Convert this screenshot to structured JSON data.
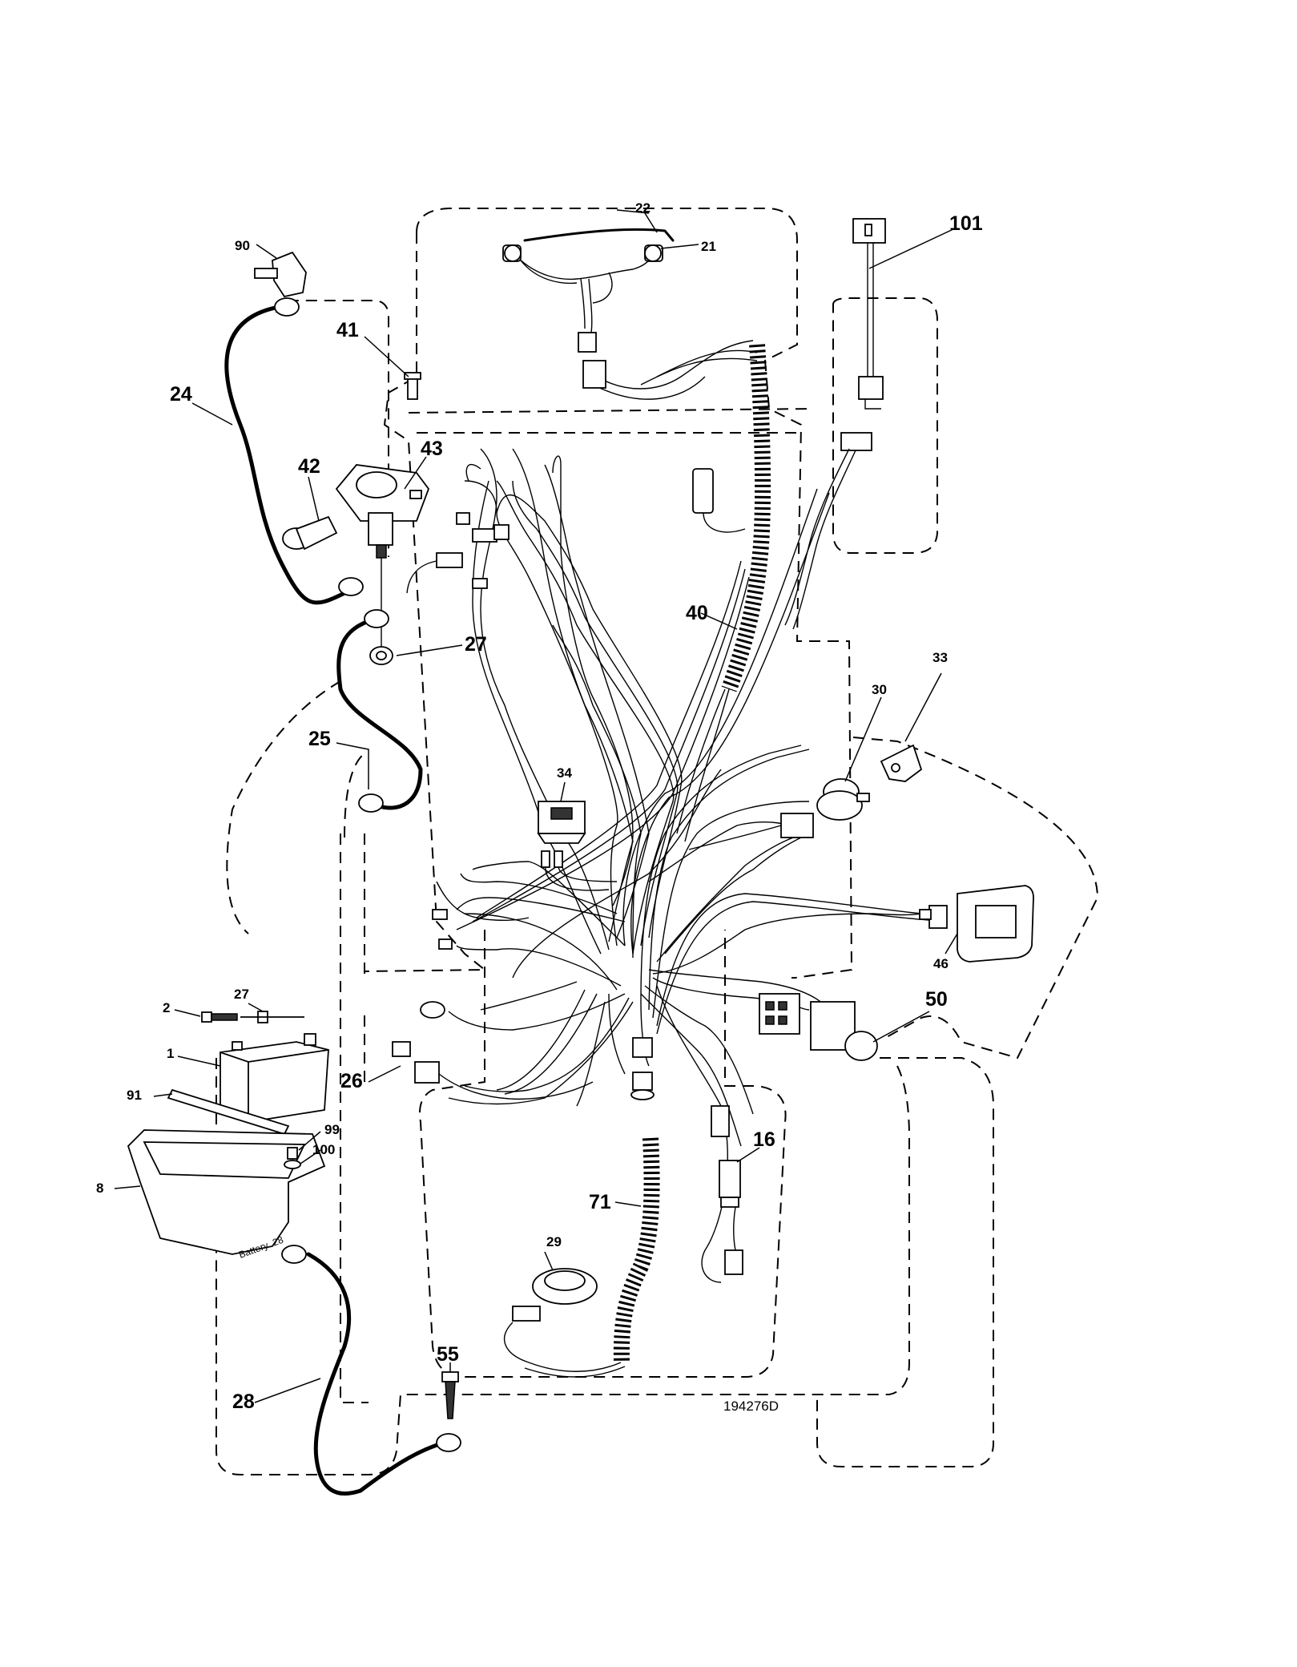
{
  "diagram": {
    "callouts": [
      {
        "id": "c90",
        "label": "90",
        "size": "small"
      },
      {
        "id": "c24",
        "label": "24",
        "size": "big"
      },
      {
        "id": "c41",
        "label": "41",
        "size": "big"
      },
      {
        "id": "c42",
        "label": "42",
        "size": "big"
      },
      {
        "id": "c43",
        "label": "43",
        "size": "big"
      },
      {
        "id": "c22",
        "label": "22",
        "size": "small"
      },
      {
        "id": "c21",
        "label": "21",
        "size": "small"
      },
      {
        "id": "c101",
        "label": "101",
        "size": "big"
      },
      {
        "id": "c40",
        "label": "40",
        "size": "big"
      },
      {
        "id": "c27a",
        "label": "27",
        "size": "big"
      },
      {
        "id": "c25",
        "label": "25",
        "size": "big"
      },
      {
        "id": "c33",
        "label": "33",
        "size": "small"
      },
      {
        "id": "c30",
        "label": "30",
        "size": "small"
      },
      {
        "id": "c34",
        "label": "34",
        "size": "small"
      },
      {
        "id": "c46",
        "label": "46",
        "size": "small"
      },
      {
        "id": "c50",
        "label": "50",
        "size": "big"
      },
      {
        "id": "c2",
        "label": "2",
        "size": "small"
      },
      {
        "id": "c27b",
        "label": "27",
        "size": "small"
      },
      {
        "id": "c1",
        "label": "1",
        "size": "small"
      },
      {
        "id": "c26",
        "label": "26",
        "size": "big"
      },
      {
        "id": "c91",
        "label": "91",
        "size": "small"
      },
      {
        "id": "c99",
        "label": "99",
        "size": "small"
      },
      {
        "id": "c100",
        "label": "100",
        "size": "small"
      },
      {
        "id": "c8",
        "label": "8",
        "size": "small"
      },
      {
        "id": "c16",
        "label": "16",
        "size": "big"
      },
      {
        "id": "c71",
        "label": "71",
        "size": "big"
      },
      {
        "id": "c29",
        "label": "29",
        "size": "small"
      },
      {
        "id": "c55",
        "label": "55",
        "size": "big"
      },
      {
        "id": "c28",
        "label": "28",
        "size": "big"
      }
    ],
    "drawing_number": "194276D",
    "battery_embossing": "Battery .28"
  }
}
